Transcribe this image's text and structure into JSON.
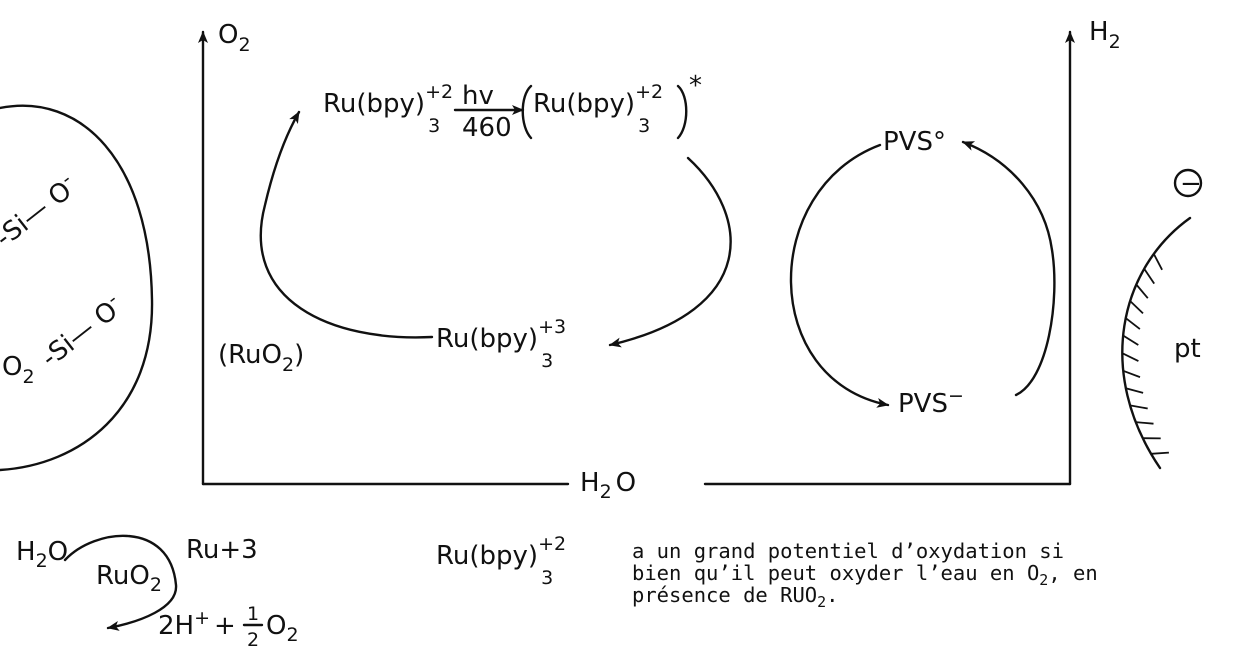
{
  "axes": {
    "left_label": "O",
    "left_label_sub": "2",
    "right_label": "H",
    "right_label_sub": "2",
    "bottom_label": "H",
    "bottom_label_sub": "2",
    "bottom_label_tail": "O"
  },
  "left_particle": {
    "group1": "-Si— O",
    "group1_charge": "-",
    "group2": "-Si— O",
    "group2_charge": "-",
    "o2_label": "O",
    "o2_sub": "2",
    "ruo2": "(RuO",
    "ruo2_sub": "2",
    "ruo2_close": ")"
  },
  "ru_cycle": {
    "top_species": "Ru(bpy)",
    "top_charge": "+2",
    "top_sub": "3",
    "hv": "hv",
    "wavelength": "460",
    "excited_species": "Ru(bpy)",
    "excited_charge": "+2",
    "excited_sub": "3",
    "excited_star": "*",
    "bottom_species": "Ru(bpy)",
    "bottom_charge": "+3",
    "bottom_sub": "3"
  },
  "pvs_cycle": {
    "top": "PVS°",
    "bottom": "PVS",
    "bottom_charge": "−"
  },
  "electrode": {
    "label": "pt",
    "charge": "−"
  },
  "lower_left": {
    "h2o": "H",
    "h2o_sub": "2",
    "h2o_tail": "O",
    "catalyst": "RuO",
    "catalyst_sub": "2",
    "ru3": "Ru+3",
    "products": "2H",
    "products_plus": "+",
    "products_join": "+",
    "half_num": "1",
    "half_den": "2",
    "o2": "O",
    "o2_sub": "2"
  },
  "footnote": {
    "species": "Ru(bpy)",
    "species_charge": "+2",
    "species_sub": "3",
    "line1": "a un grand potentiel d’oxydation si",
    "line2_pre": "bien qu’il peut oxyder l’eau en O",
    "line2_sub": "2",
    "line2_post": ", en",
    "line3_pre": "présence de RUO",
    "line3_sub": "2",
    "line3_post": "."
  }
}
